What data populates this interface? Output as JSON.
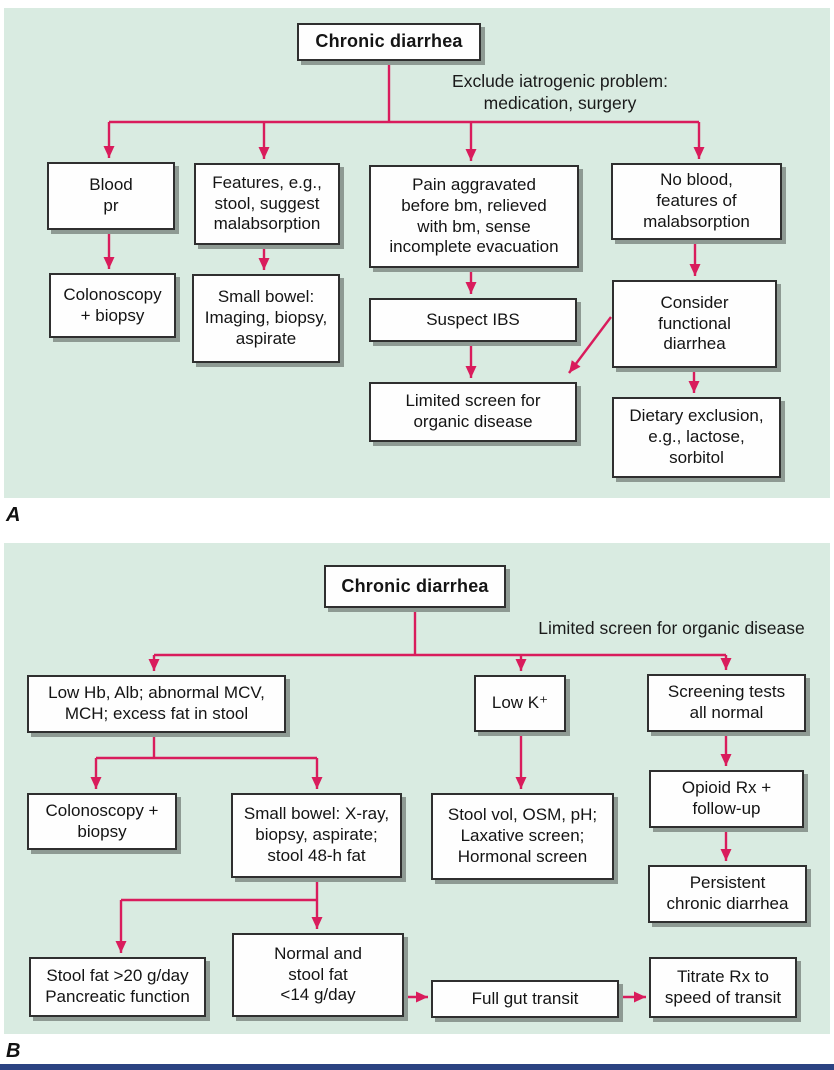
{
  "figure": {
    "colors": {
      "accent_red": "#d91c5c",
      "panel_background": "#d9ebe1",
      "box_border": "#2f2f2f",
      "box_shadow": "#8e9a93",
      "bottom_rule": "#2b4382"
    },
    "panel_a": {
      "label": "A",
      "title": "Chronic diarrhea",
      "annotation": "Exclude iatrogenic problem:\nmedication, surgery",
      "nodes": {
        "blood_pr": "Blood\npr",
        "features": "Features, e.g.,\nstool, suggest\nmalabsorption",
        "pain": "Pain aggravated\nbefore bm, relieved\nwith bm, sense\nincomplete evacuation",
        "no_blood": "No blood,\nfeatures of\nmalabsorption",
        "colonoscopy": "Colonoscopy\n+ biopsy",
        "small_bowel": "Small bowel:\nImaging, biopsy,\naspirate",
        "suspect_ibs": "Suspect IBS",
        "consider_functional": "Consider\nfunctional\ndiarrhea",
        "limited_screen": "Limited screen for\norganic disease",
        "dietary_exclusion": "Dietary exclusion,\ne.g., lactose,\nsorbitol"
      }
    },
    "panel_b": {
      "label": "B",
      "title": "Chronic diarrhea",
      "annotation": "Limited screen for organic disease",
      "nodes": {
        "low_hb": "Low Hb, Alb; abnormal MCV,\nMCH; excess fat in stool",
        "low_k": "Low K⁺",
        "screening_tests": "Screening tests\nall normal",
        "colonoscopy": "Colonoscopy +\nbiopsy",
        "small_bowel": "Small bowel: X-ray,\nbiopsy, aspirate;\nstool 48-h fat",
        "stool_vol": "Stool vol, OSM, pH;\nLaxative screen;\nHormonal screen",
        "opioid": "Opioid Rx +\nfollow-up",
        "persistent": "Persistent\nchronic diarrhea",
        "stool_fat": "Stool fat >20 g/day\nPancreatic function",
        "normal_stool": "Normal and\nstool fat\n<14 g/day",
        "full_gut": "Full gut transit",
        "titrate": "Titrate Rx to\nspeed of transit"
      }
    }
  }
}
